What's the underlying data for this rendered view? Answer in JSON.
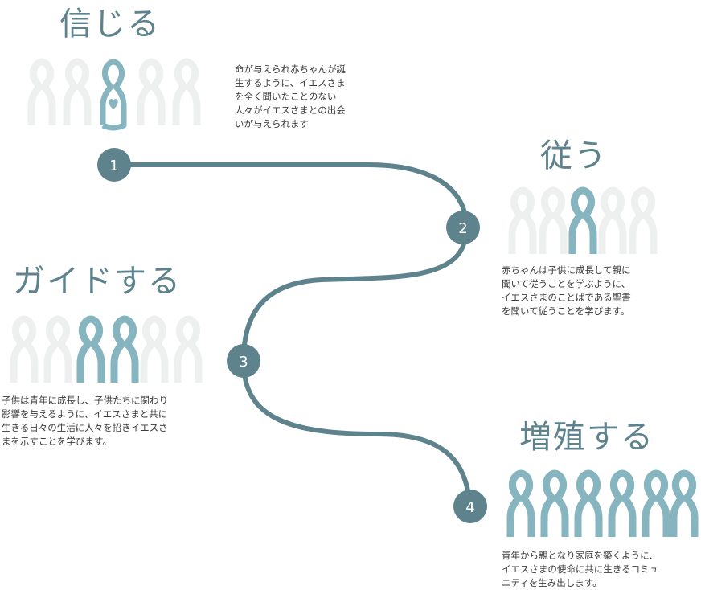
{
  "colors": {
    "path": "#5e838d",
    "marker": "#5e838d",
    "heading": "#5e838d",
    "figure_active": "#86b5bf",
    "figure_inactive": "#eef0f0",
    "text": "#3a3a3a"
  },
  "steps": [
    {
      "number": "1",
      "title": "信じる",
      "description": "命が与えられ赤ちゃんが誕\n生するように、イエスさま\nを全く聞いたことのない\n人々がイエスさまとの出会\nいが与えられます",
      "figure_icon": "baby-with-heart-icon"
    },
    {
      "number": "2",
      "title": "従う",
      "description": "赤ちゃんは子供に成長して親に\n聞いて従うことを学ぶように、\nイエスさまのことばである聖書\nを聞いて従うことを学びます。",
      "figure_icon": "child-person-icon"
    },
    {
      "number": "3",
      "title": "ガイドする",
      "description": "子供は青年に成長し、子供たちに関わり\n影響を与えるように、イエスさまと共に\n生きる日々の生活に人々を招きイエスさ\nまを示すことを学びます。",
      "figure_icon": "two-people-icon"
    },
    {
      "number": "4",
      "title": "増殖する",
      "description": "青年から親となり家庭を築くように、\nイエスさまの使命に共に生きるコミュ\nニティを生み出します。",
      "figure_icon": "community-people-icon"
    }
  ]
}
